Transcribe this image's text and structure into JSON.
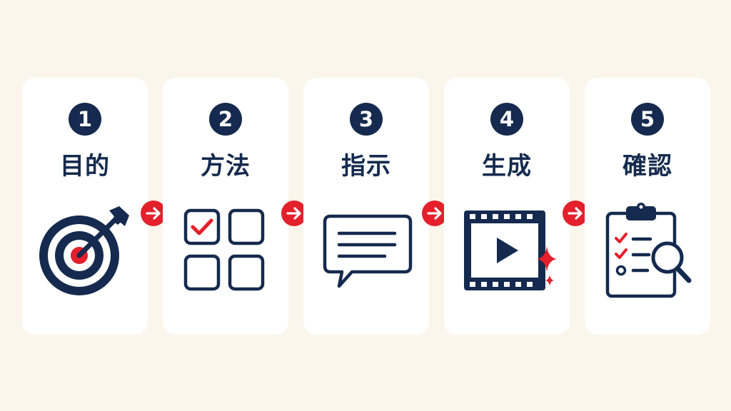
{
  "colors": {
    "navy": "#152a4e",
    "accent": "#e3202b",
    "card": "#ffffff",
    "background": "#fbf6ec"
  },
  "steps": [
    {
      "number": "1",
      "label": "目的",
      "icon": "target-icon"
    },
    {
      "number": "2",
      "label": "方法",
      "icon": "checkbox-grid-icon"
    },
    {
      "number": "3",
      "label": "指示",
      "icon": "chat-bubble-icon"
    },
    {
      "number": "4",
      "label": "生成",
      "icon": "video-sparkle-icon"
    },
    {
      "number": "5",
      "label": "確認",
      "icon": "clipboard-search-icon"
    }
  ],
  "connector_icon": "arrow-right-icon"
}
